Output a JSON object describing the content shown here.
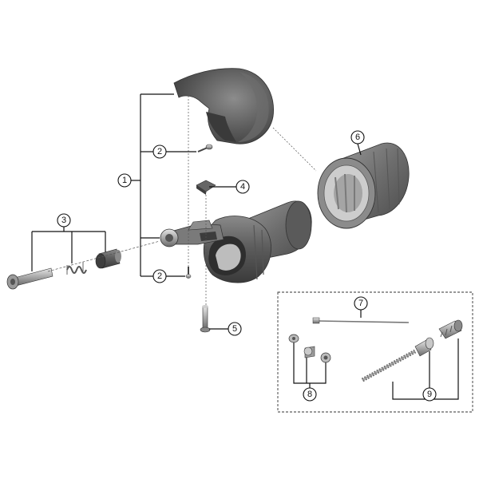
{
  "diagram": {
    "callouts": [
      {
        "id": "1",
        "label": "1"
      },
      {
        "id": "2a",
        "label": "2"
      },
      {
        "id": "2b",
        "label": "2"
      },
      {
        "id": "3",
        "label": "3"
      },
      {
        "id": "4",
        "label": "4"
      },
      {
        "id": "5",
        "label": "5"
      },
      {
        "id": "6",
        "label": "6"
      },
      {
        "id": "7",
        "label": "7"
      },
      {
        "id": "8",
        "label": "8"
      },
      {
        "id": "9",
        "label": "9"
      }
    ],
    "parts": [
      {
        "name": "upper-cover"
      },
      {
        "name": "cover-screw"
      },
      {
        "name": "clamp-nut"
      },
      {
        "name": "shifter-body"
      },
      {
        "name": "grip"
      },
      {
        "name": "adjuster-bolt"
      },
      {
        "name": "spring"
      },
      {
        "name": "adjuster-barrel"
      },
      {
        "name": "clamp-bolt"
      },
      {
        "name": "inner-cable"
      },
      {
        "name": "cable-adjust-nuts"
      },
      {
        "name": "outer-casing-set"
      }
    ],
    "colors": {
      "part_dark": "#4a4a4a",
      "part_mid": "#7a7a7a",
      "part_light": "#b5b5b5",
      "line": "#111111"
    }
  }
}
